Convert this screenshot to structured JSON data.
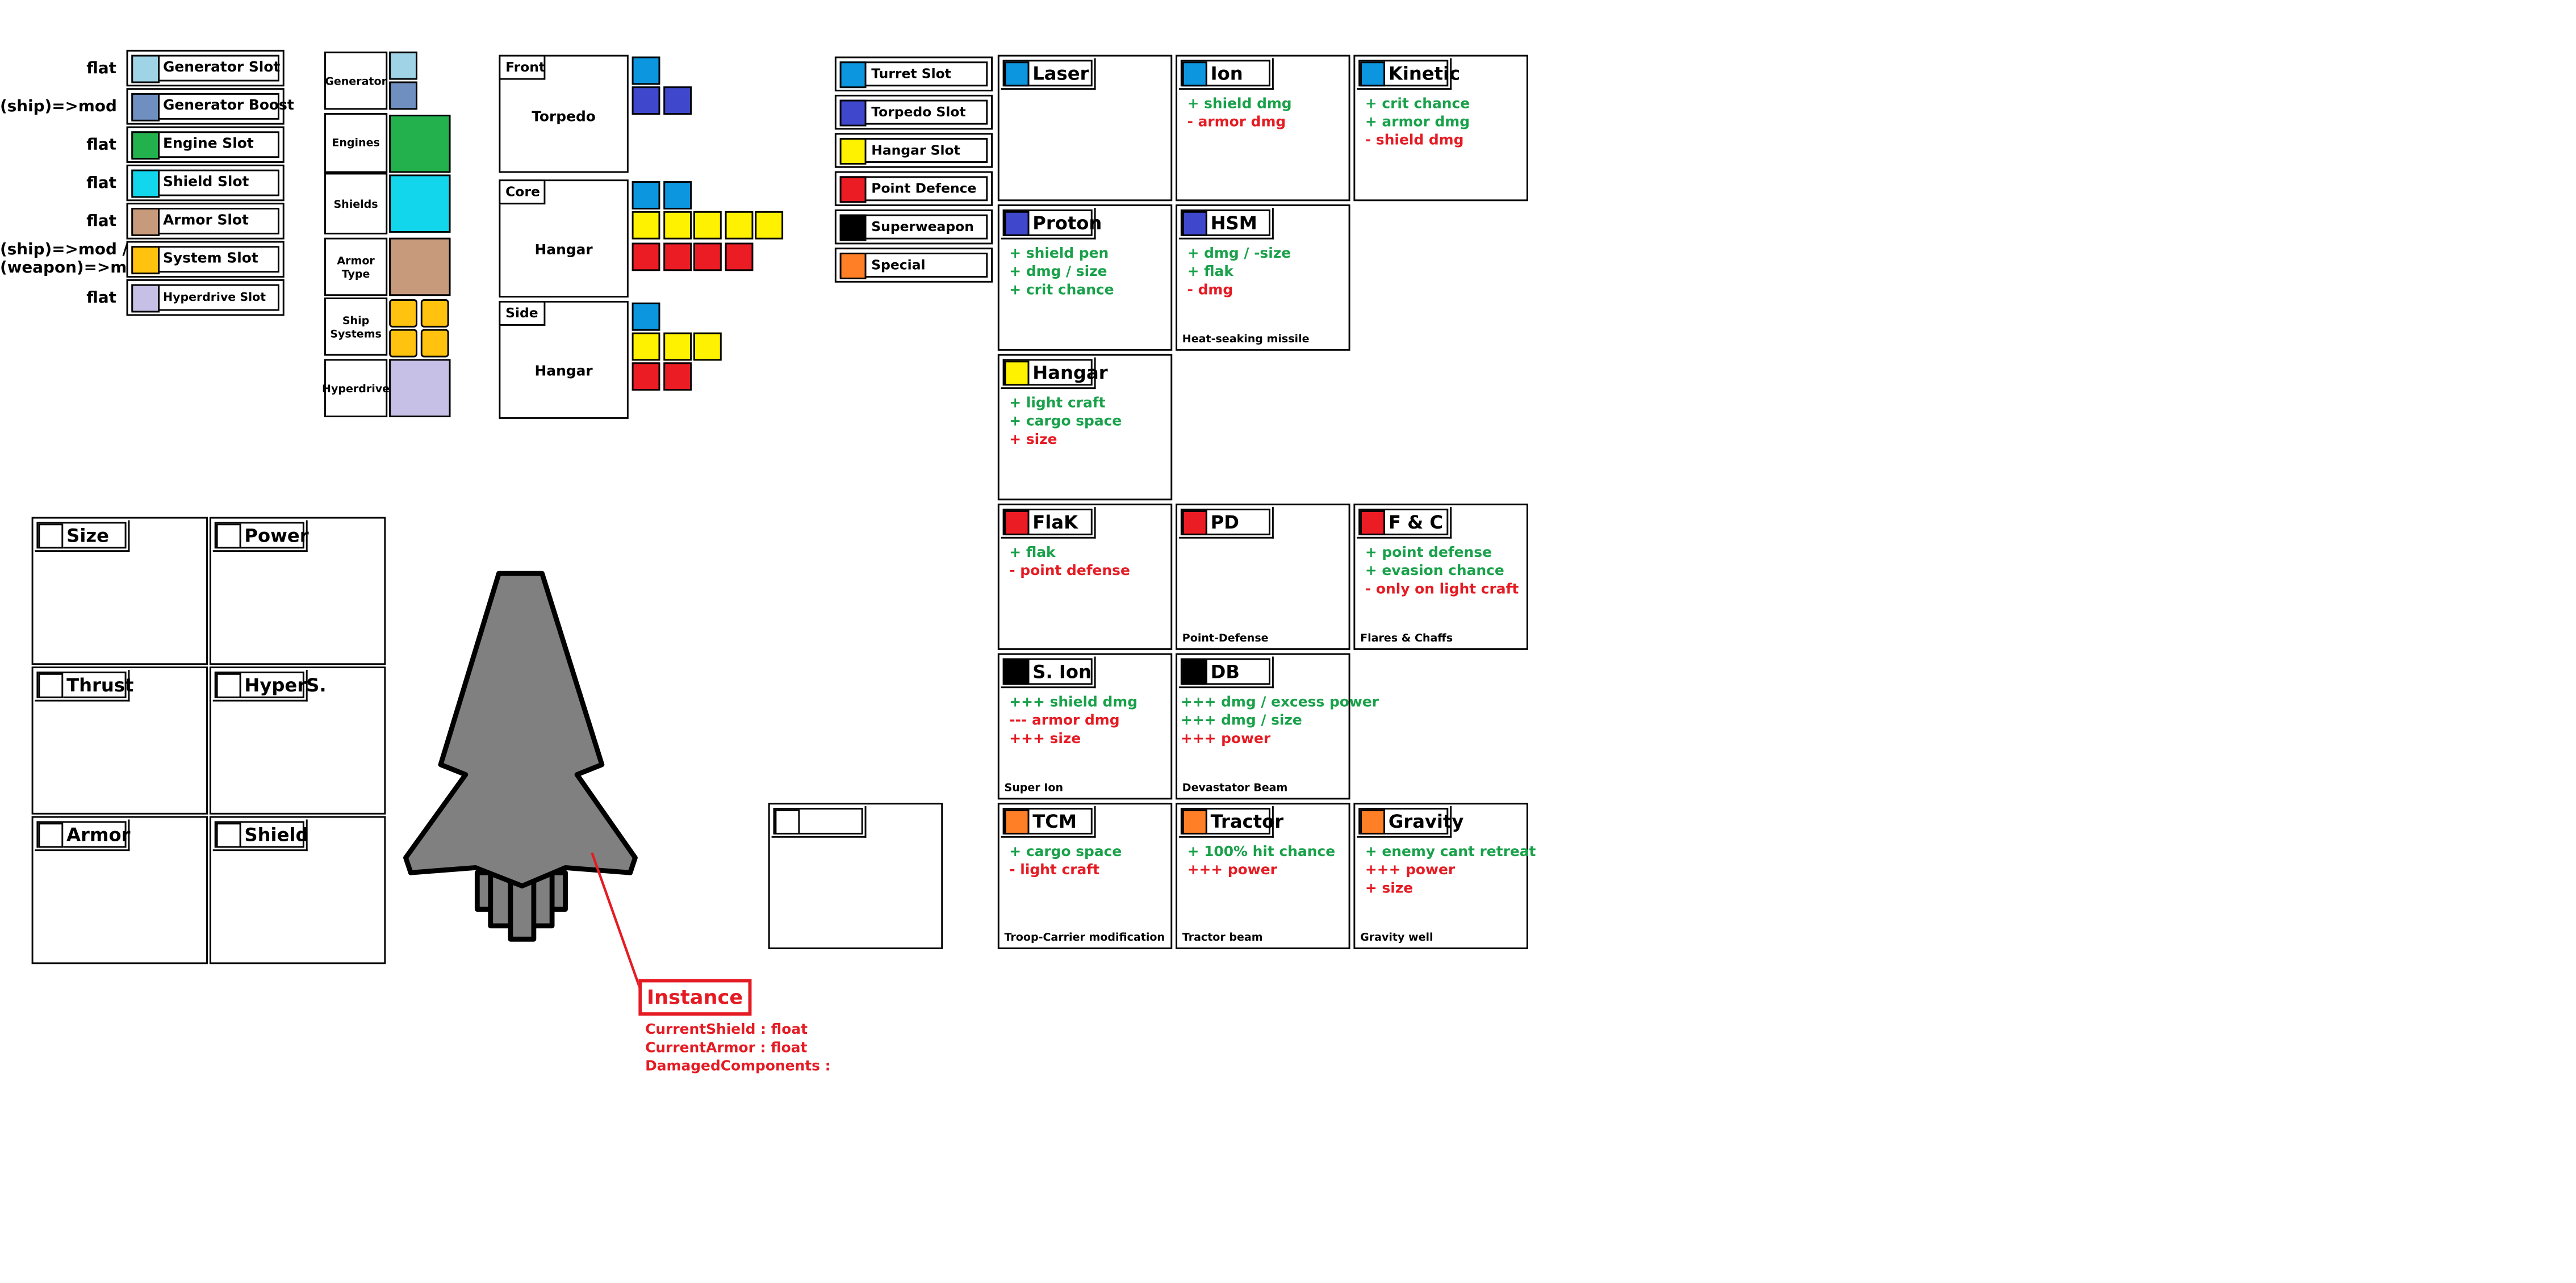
{
  "legend": [
    {
      "prefix": "flat",
      "label": "Generator Slot",
      "color": "#9fd3e6"
    },
    {
      "prefix": "(ship)=>mod",
      "label": "Generator Boost",
      "color": "#6f8fc0"
    },
    {
      "prefix": "flat",
      "label": "Engine Slot",
      "color": "#22b14c"
    },
    {
      "prefix": "flat",
      "label": "Shield Slot",
      "color": "#12d6ec"
    },
    {
      "prefix": "flat",
      "label": "Armor Slot",
      "color": "#c79a7c"
    },
    {
      "prefix": "(ship)=>mod /",
      "prefix2": "(weapon)=>mod",
      "label": "System Slot",
      "color": "#ffc20e"
    },
    {
      "prefix": "flat",
      "label": "Hyperdrive Slot",
      "color": "#c6bfe6"
    }
  ],
  "components": [
    {
      "label": "Generator"
    },
    {
      "label": "Engines"
    },
    {
      "label": "Shields"
    },
    {
      "label": "Armor Type"
    },
    {
      "label": "Ship Systems"
    },
    {
      "label": "Hyperdrive"
    }
  ],
  "mounts": [
    {
      "tab": "Front",
      "label": "Torpedo"
    },
    {
      "tab": "Core",
      "label": "Hangar"
    },
    {
      "tab": "Side",
      "label": "Hangar"
    }
  ],
  "slot_legend": [
    {
      "label": "Turret Slot",
      "color": "#0d96e0"
    },
    {
      "label": "Torpedo Slot",
      "color": "#3f48cc"
    },
    {
      "label": "Hangar Slot",
      "color": "#fff200"
    },
    {
      "label": "Point Defence",
      "color": "#ec1c24"
    },
    {
      "label": "Superweapon",
      "color": "#000000"
    },
    {
      "label": "Special",
      "color": "#ff7f27"
    }
  ],
  "weapons": [
    {
      "title": "Laser",
      "color": "#0d96e0",
      "lines": [],
      "foot": ""
    },
    {
      "title": "Ion",
      "color": "#0d96e0",
      "lines": [
        {
          "t": "+ shield dmg",
          "c": "pos"
        },
        {
          "t": "- armor dmg",
          "c": "neg"
        }
      ],
      "foot": ""
    },
    {
      "title": "Kinetic",
      "color": "#0d96e0",
      "lines": [
        {
          "t": "+ crit chance",
          "c": "pos"
        },
        {
          "t": "+ armor dmg",
          "c": "pos"
        },
        {
          "t": "- shield dmg",
          "c": "neg"
        }
      ],
      "foot": ""
    },
    {
      "title": "Proton",
      "color": "#3f48cc",
      "lines": [
        {
          "t": "+ shield pen",
          "c": "pos"
        },
        {
          "t": "+ dmg / size",
          "c": "pos"
        },
        {
          "t": "+ crit chance",
          "c": "pos"
        }
      ],
      "foot": ""
    },
    {
      "title": "HSM",
      "color": "#3f48cc",
      "lines": [
        {
          "t": "+ dmg / -size",
          "c": "pos"
        },
        {
          "t": "+ flak",
          "c": "pos"
        },
        {
          "t": "- dmg",
          "c": "neg"
        }
      ],
      "foot": "Heat-seaking missile"
    },
    {
      "title": "Hangar",
      "color": "#fff200",
      "lines": [
        {
          "t": "+ light craft",
          "c": "pos"
        },
        {
          "t": "+ cargo space",
          "c": "pos"
        },
        {
          "t": "+ size",
          "c": "neg"
        }
      ],
      "foot": ""
    },
    {
      "title": "FlaK",
      "color": "#ec1c24",
      "lines": [
        {
          "t": "+ flak",
          "c": "pos"
        },
        {
          "t": "- point defense",
          "c": "neg"
        }
      ],
      "foot": ""
    },
    {
      "title": "PD",
      "color": "#ec1c24",
      "lines": [],
      "foot": "Point-Defense"
    },
    {
      "title": "F & C",
      "color": "#ec1c24",
      "lines": [
        {
          "t": "+ point defense",
          "c": "pos"
        },
        {
          "t": "+ evasion chance",
          "c": "pos"
        },
        {
          "t": "- only on light craft",
          "c": "neg"
        }
      ],
      "foot": "Flares & Chaffs"
    },
    {
      "title": "S. Ion",
      "color": "#000000",
      "lines": [
        {
          "t": "+++ shield dmg",
          "c": "pos"
        },
        {
          "t": "--- armor dmg",
          "c": "neg"
        },
        {
          "t": "+++ size",
          "c": "neg"
        }
      ],
      "foot": "Super Ion"
    },
    {
      "title": "DB",
      "color": "#000000",
      "lines": [
        {
          "t": "+++ dmg / excess power",
          "c": "pos"
        },
        {
          "t": "+++ dmg / size",
          "c": "pos"
        },
        {
          "t": "+++ power",
          "c": "neg"
        }
      ],
      "foot": "Devastator Beam"
    },
    {
      "title": "TCM",
      "color": "#ff7f27",
      "lines": [
        {
          "t": "+ cargo space",
          "c": "pos"
        },
        {
          "t": "- light craft",
          "c": "neg"
        }
      ],
      "foot": "Troop-Carrier modification"
    },
    {
      "title": "Tractor",
      "color": "#ff7f27",
      "lines": [
        {
          "t": "+ 100% hit chance",
          "c": "pos"
        },
        {
          "t": "+++ power",
          "c": "neg"
        }
      ],
      "foot": "Tractor beam"
    },
    {
      "title": "Gravity",
      "color": "#ff7f27",
      "lines": [
        {
          "t": "+ enemy cant retreat",
          "c": "pos"
        },
        {
          "t": "+++ power",
          "c": "neg"
        },
        {
          "t": "+ size",
          "c": "neg"
        }
      ],
      "foot": "Gravity well"
    }
  ],
  "stats": [
    {
      "title": "Size"
    },
    {
      "title": "Power"
    },
    {
      "title": "Thrust"
    },
    {
      "title": "HyperS."
    },
    {
      "title": "Armor"
    },
    {
      "title": "Shield"
    }
  ],
  "instance": {
    "title": "Instance",
    "lines": [
      "CurrentShield : float",
      "CurrentArmor : float",
      "DamagedComponents :"
    ]
  }
}
